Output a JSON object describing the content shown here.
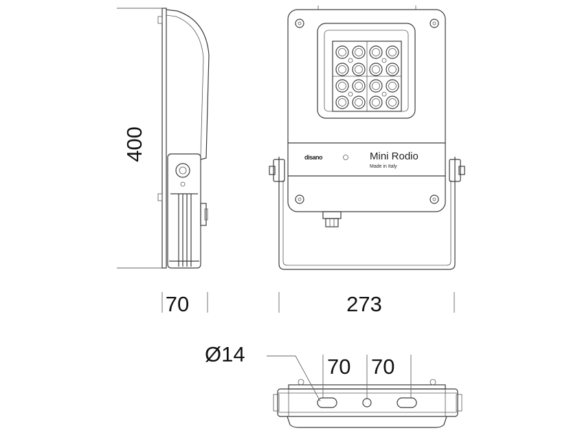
{
  "labels": {
    "height": "400",
    "depth": "70",
    "width": "273",
    "hole": "Ø14",
    "spacing_left": "70",
    "spacing_right": "70",
    "product": "Mini Rodio",
    "origin": "Made in Italy",
    "logo": "disano"
  }
}
